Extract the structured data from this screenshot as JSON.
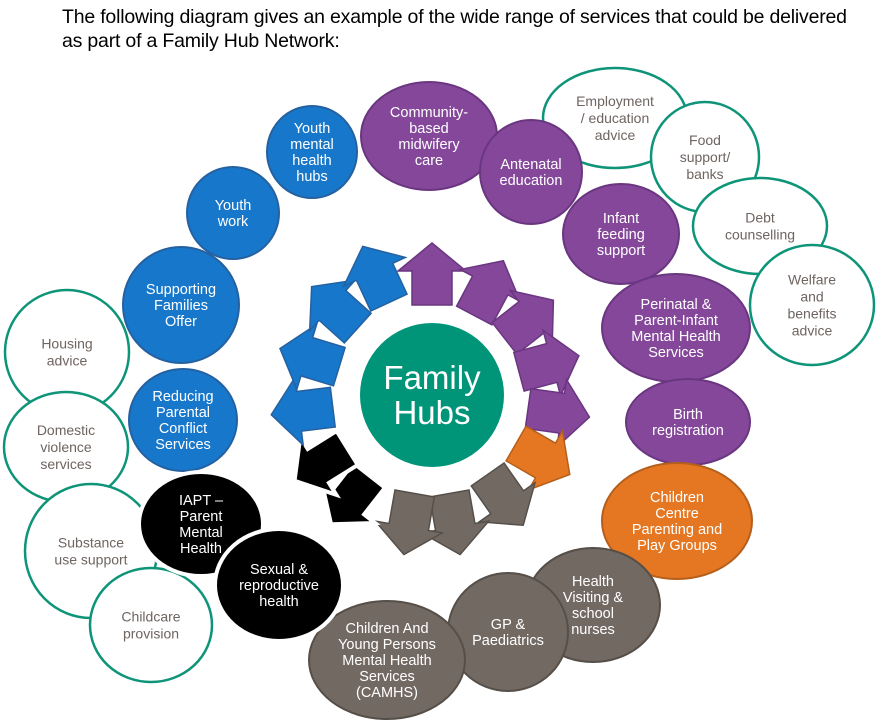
{
  "intro_text": "The following diagram gives an example of the wide range of services that could be delivered as part of a Family Hub Network:",
  "colors": {
    "hub": "#009479",
    "blue": "#1777CB",
    "blue_stroke": "#2561A0",
    "purple": "#84479A",
    "purple_stroke": "#6A3680",
    "orange": "#E57722",
    "orange_stroke": "#B45F1C",
    "grey": "#726962",
    "grey_stroke": "#564F49",
    "black": "#000000",
    "outline_green": "#0E9478",
    "outline_text": "#6E6460",
    "white": "#FFFFFF"
  },
  "center": {
    "label_lines": [
      "Family",
      "Hubs"
    ]
  },
  "services": [
    {
      "id": "youth-mental-health-hubs",
      "group": "blue",
      "lines": [
        "Youth",
        "mental",
        "health",
        "hubs"
      ]
    },
    {
      "id": "youth-work",
      "group": "blue",
      "lines": [
        "Youth",
        "work"
      ]
    },
    {
      "id": "supporting-families-offer",
      "group": "blue",
      "lines": [
        "Supporting",
        "Families",
        "Offer"
      ]
    },
    {
      "id": "reducing-parental-conflict",
      "group": "blue",
      "lines": [
        "Reducing",
        "Parental",
        "Conflict",
        "Services"
      ]
    },
    {
      "id": "community-midwifery",
      "group": "purple",
      "lines": [
        "Community-",
        "based",
        "midwifery",
        "care"
      ]
    },
    {
      "id": "antenatal-education",
      "group": "purple",
      "lines": [
        "Antenatal",
        "education"
      ]
    },
    {
      "id": "infant-feeding",
      "group": "purple",
      "lines": [
        "Infant",
        "feeding",
        "support"
      ]
    },
    {
      "id": "perinatal-mental-health",
      "group": "purple",
      "lines": [
        "Perinatal &",
        "Parent-Infant",
        "Mental Health",
        "Services"
      ]
    },
    {
      "id": "birth-registration",
      "group": "purple",
      "lines": [
        "Birth",
        "registration"
      ]
    },
    {
      "id": "children-centre",
      "group": "orange",
      "lines": [
        "Children",
        "Centre",
        "Parenting and",
        "Play Groups"
      ]
    },
    {
      "id": "health-visiting",
      "group": "grey",
      "lines": [
        "Health",
        "Visiting &",
        "school",
        "nurses"
      ]
    },
    {
      "id": "gp-paediatrics",
      "group": "grey",
      "lines": [
        "GP &",
        "Paediatrics"
      ]
    },
    {
      "id": "camhs",
      "group": "grey",
      "lines": [
        "Children And",
        "Young Persons",
        "Mental Health",
        "Services",
        "(CAMHS)"
      ]
    },
    {
      "id": "iapt",
      "group": "black",
      "lines": [
        "IAPT –",
        "Parent",
        "Mental",
        "Health"
      ]
    },
    {
      "id": "sexual-health",
      "group": "black",
      "lines": [
        "Sexual &",
        "reproductive",
        "health"
      ]
    },
    {
      "id": "employment-advice",
      "group": "outline",
      "lines": [
        "Employment",
        "/ education",
        "advice"
      ]
    },
    {
      "id": "food-support",
      "group": "outline",
      "lines": [
        "Food",
        "support/",
        "banks"
      ]
    },
    {
      "id": "debt-counselling",
      "group": "outline",
      "lines": [
        "Debt",
        "counselling"
      ]
    },
    {
      "id": "welfare-advice",
      "group": "outline",
      "lines": [
        "Welfare",
        "and",
        "benefits",
        "advice"
      ]
    },
    {
      "id": "housing-advice",
      "group": "outline",
      "lines": [
        "Housing",
        "advice"
      ]
    },
    {
      "id": "domestic-violence",
      "group": "outline",
      "lines": [
        "Domestic",
        "violence",
        "services"
      ]
    },
    {
      "id": "substance-use",
      "group": "outline",
      "lines": [
        "Substance",
        "use support"
      ]
    },
    {
      "id": "childcare",
      "group": "outline",
      "lines": [
        "Childcare",
        "provision"
      ]
    }
  ],
  "arrows": [
    {
      "group": "purple"
    },
    {
      "group": "purple"
    },
    {
      "group": "purple"
    },
    {
      "group": "purple"
    },
    {
      "group": "purple"
    },
    {
      "group": "orange"
    },
    {
      "group": "grey"
    },
    {
      "group": "grey"
    },
    {
      "group": "grey"
    },
    {
      "group": "black"
    },
    {
      "group": "black"
    },
    {
      "group": "blue"
    },
    {
      "group": "blue"
    },
    {
      "group": "blue"
    },
    {
      "group": "blue"
    }
  ]
}
